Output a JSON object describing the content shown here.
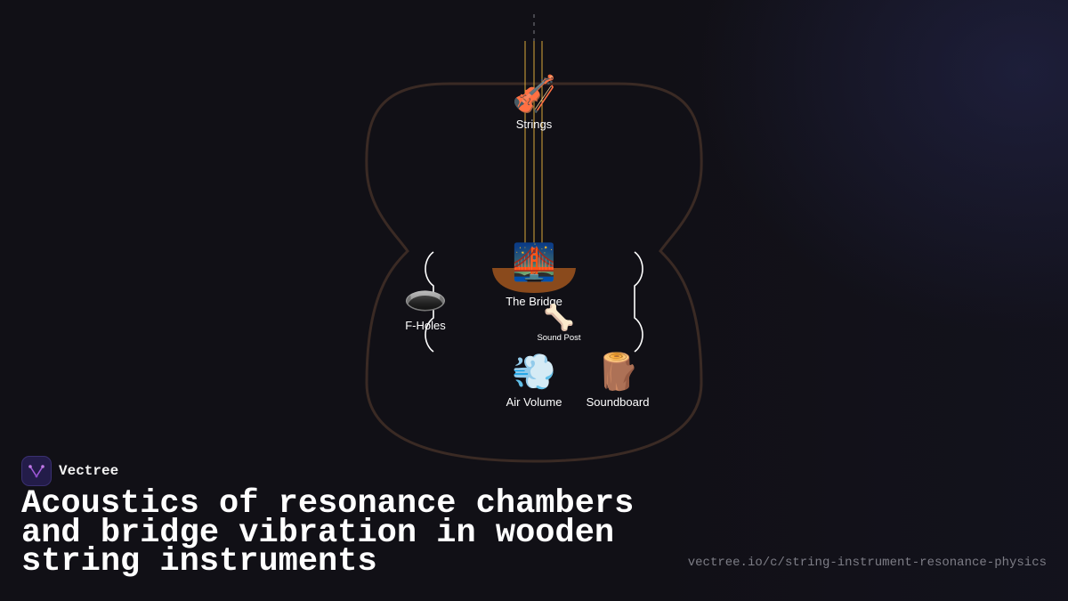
{
  "diagram": {
    "nodes": {
      "strings": {
        "icon": "violin-icon",
        "glyph": "🎻",
        "label": "Strings"
      },
      "bridge": {
        "icon": "bridge-icon",
        "glyph": "🌉",
        "label": "The Bridge"
      },
      "fholes": {
        "icon": "hole-icon",
        "glyph": "🕳️",
        "label": "F-Holes"
      },
      "soundpost": {
        "icon": "bone-icon",
        "glyph": "🦴",
        "label": "Sound Post"
      },
      "airvolume": {
        "icon": "dash-wind-icon",
        "glyph": "💨",
        "label": "Air Volume"
      },
      "soundboard": {
        "icon": "wood-log-icon",
        "glyph": "🪵",
        "label": "Soundboard"
      }
    },
    "colors": {
      "body_outline": "#3a2a24",
      "strings": "#d9a93a",
      "bridge_base": "#8a4a1c",
      "fhole_curve": "#ffffff"
    }
  },
  "brand": {
    "name": "Vectree",
    "icon": "vectree-logo-icon",
    "accent": "#a05ad8"
  },
  "title": "Acoustics of resonance chambers and bridge vibration in wooden string instruments",
  "url": "vectree.io/c/string-instrument-resonance-physics"
}
